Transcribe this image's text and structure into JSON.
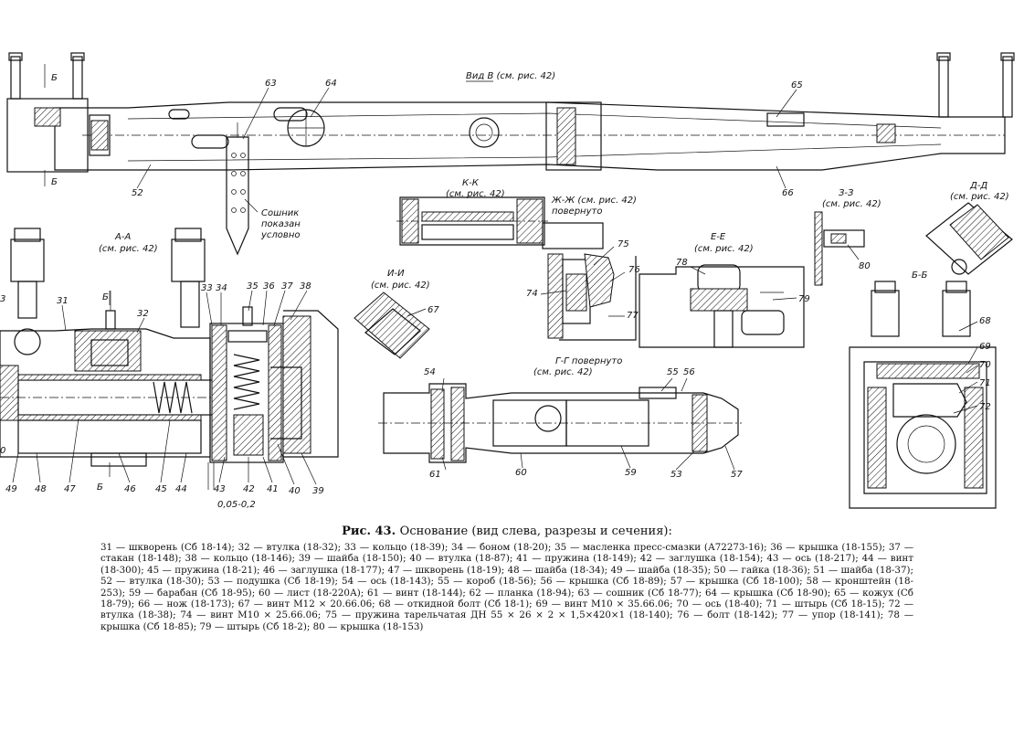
{
  "callouts": {
    "n31": "31",
    "n32": "32",
    "n33": "33",
    "n34": "34",
    "n35": "35",
    "n36": "36",
    "n37": "37",
    "n38": "38",
    "n39": "39",
    "n40": "40",
    "n41": "41",
    "n42": "42",
    "n43": "43",
    "n44": "44",
    "n45": "45",
    "n46": "46",
    "n47": "47",
    "n48": "48",
    "n49": "49",
    "n52": "52",
    "n53": "53",
    "n54": "54",
    "n55": "55",
    "n56": "56",
    "n57": "57",
    "n59": "59",
    "n60": "60",
    "n61": "61",
    "n63": "63",
    "n64": "64",
    "n65": "65",
    "n66": "66",
    "n67": "67",
    "n68": "68",
    "n69": "69",
    "n70": "70",
    "n71": "71",
    "n72": "72",
    "n74": "74",
    "n75": "75",
    "n76": "76",
    "n77": "77",
    "n78": "78",
    "n79": "79",
    "n80": "80",
    "n3": "3",
    "n0": "0",
    "b1": "Б",
    "b2": "Б",
    "b3": "Б",
    "b4": "Б"
  },
  "views": {
    "vid_v": "Вид В (см. рис. 42)",
    "kk": "К-К",
    "kk_ref": "(см. рис. 42)",
    "zhzh": "Ж-Ж (см. рис. 42)",
    "zhzh_note": "повернуто",
    "aa": "А-А",
    "aa_ref": "(см. рис. 42)",
    "ii": "И-И",
    "ii_ref": "(см. рис. 42)",
    "ee": "Е-Е",
    "ee_ref": "(см. рис. 42)",
    "zz": "З-З",
    "zz_ref": "(см. рис. 42)",
    "dd": "Д-Д",
    "dd_ref": "(см. рис. 42)",
    "bb": "Б-Б",
    "gg": "Г-Г повернуто",
    "gg_ref": "(см. рис. 42)",
    "soshnik1": "Сошник",
    "soshnik2": "показан",
    "soshnik3": "условно",
    "dim": "0,05-0,2"
  },
  "caption": {
    "title_num": "Рис. 43.",
    "title_text": "Основание (вид слева, разрезы и сечения):",
    "body": "31 — шкворень (Сб 18-14); 32 — втулка (18-32); 33 — кольцо (18-39); 34 — боном (18-20); 35 — масленка пресс-смазки (А72273-16); 36 — крышка (18-155); 37 — стакан (18-148); 38 — кольцо (18-146); 39 — шайба (18-150); 40 — втулка (18-87); 41 — пружина (18-149); 42 — заглушка (18-154); 43 — ось (18-217); 44 — винт (18-300); 45 — пружина (18-21); 46 — заглушка (18-177); 47 — шкворень (18-19); 48 — шайба (18-34); 49 — шайба (18-35); 50 — гайка (18-36); 51 — шайба (18-37); 52 — втулка (18-30); 53 — подушка (Сб 18-19); 54 — ось (18-143); 55 — короб (18-56); 56 — крышка (Сб 18-89); 57 — крышка (Сб 18-100); 58 — кронштейн (18-253); 59 — барабан (Сб 18-95); 60 — лист (18-220А); 61 — винт (18-144); 62 — планка (18-94); 63 — сошник (Сб 18-77); 64 — крышка (Сб 18-90); 65 — кожух (Сб 18-79); 66 — нож (18-173); 67 — винт М12 × 20.66.06; 68 — откидной болт (Сб 18-1); 69 — винт М10 × 35.66.06; 70 — ось (18-40); 71 — штырь (Сб 18-15); 72 — втулка (18-38); 74 — винт М10 × 25.66.06; 75 — пружина тарельчатая ДН 55 × 26 × 2 × 1,5×420×1 (18-140); 76 — болт (18-142); 77 — упор (18-141); 78 — крышка (Сб 18-85); 79 — штырь (Сб 18-2); 80 — крышка (18-153)"
  }
}
